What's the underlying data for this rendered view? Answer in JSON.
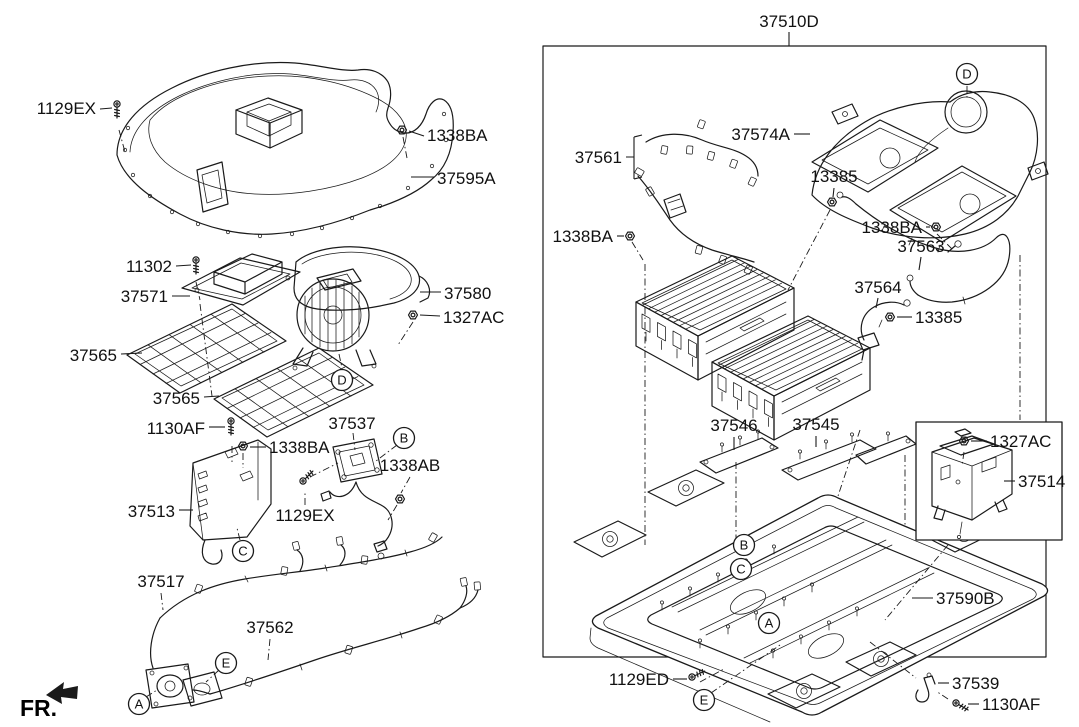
{
  "colors": {
    "ink": "#1a1a1a",
    "background": "#ffffff"
  },
  "title": "37510D",
  "fr_label": "FR.",
  "callout_letters": {
    "a": "A",
    "b": "B",
    "c": "C",
    "d": "D",
    "e": "E"
  },
  "left_panel": {
    "bolt_cover_top": "1129EX",
    "nut_cover": "1338BA",
    "battery_cover": "37595A",
    "bolt_bms_bracket": "11302",
    "bms_tray": "37571",
    "blower_assembly": "37580",
    "nut_blower": "1327AC",
    "duct_mat_upper": "37565",
    "duct_mat_lower": "37565",
    "bolt_bracket": "1130AF",
    "nut_bracket": "1338BA",
    "safety_plug": "37537",
    "nut_cable": "1338AB",
    "side_bracket": "37513",
    "bolt_plug": "1129EX",
    "wiring_front": "37517",
    "wiring_rear": "37562"
  },
  "right_panel": {
    "inner_cover": "37574A",
    "module_harness": "37561",
    "nut_cable_upper": "13385",
    "nut_harness_left": "1338BA",
    "nut_cable_right": "1338BA",
    "power_cable": "37563",
    "ground_cable": "37564",
    "nut_cable_lower": "13385",
    "mount_plate_left": "37546",
    "mount_plate_right": "37545",
    "nut_relay": "1327AC",
    "relay_assembly": "37514",
    "battery_tray": "37590B",
    "bolt_tray": "1129ED",
    "clip_bracket": "37539",
    "bolt_clip": "1130AF"
  }
}
